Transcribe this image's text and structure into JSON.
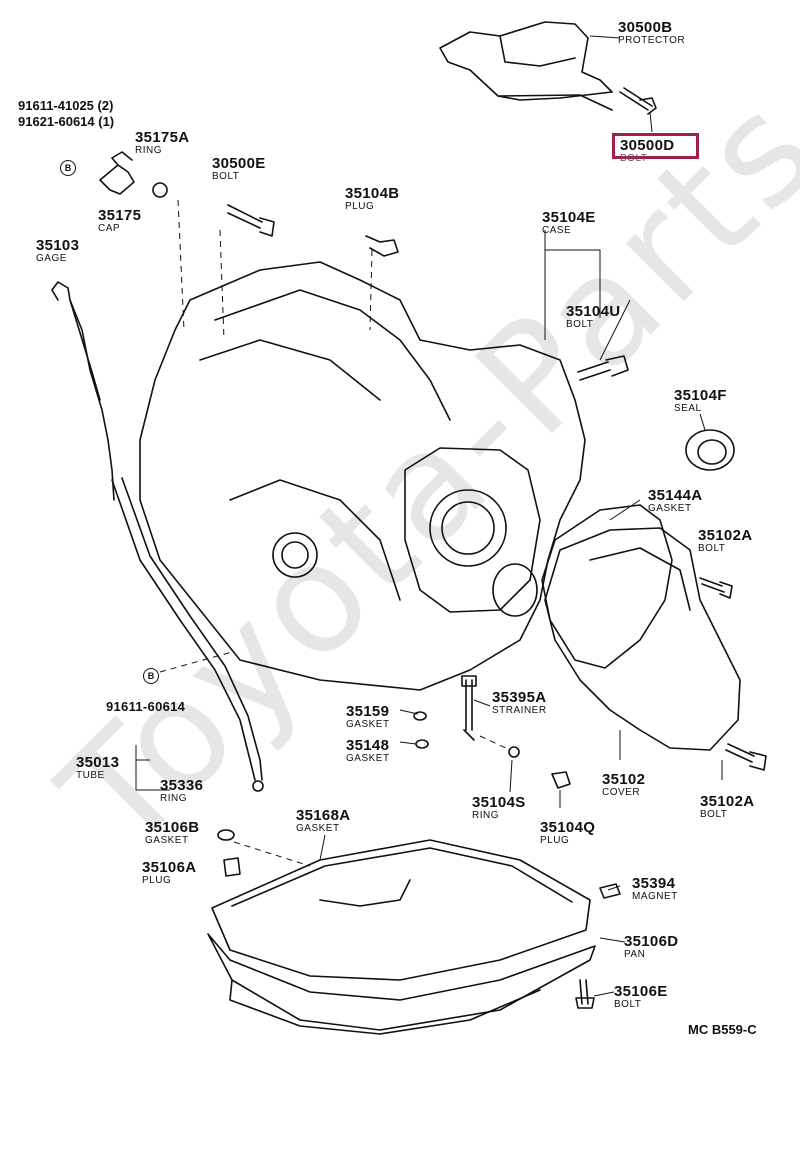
{
  "watermark": "Toyota-Parts.ru",
  "refs": {
    "line1": "91611-41025 (2)",
    "line2": "91621-60614 (1)"
  },
  "badges": {
    "top": "B",
    "bottom": "B"
  },
  "parts": {
    "p30500B": {
      "num": "30500B",
      "name": "PROTECTOR"
    },
    "p30500D": {
      "num": "30500D",
      "name": "BOLT"
    },
    "p35175A": {
      "num": "35175A",
      "name": "RING"
    },
    "p35175": {
      "num": "35175",
      "name": "CAP"
    },
    "p30500E": {
      "num": "30500E",
      "name": "BOLT"
    },
    "p35104B": {
      "num": "35104B",
      "name": "PLUG"
    },
    "p35104E": {
      "num": "35104E",
      "name": "CASE"
    },
    "p35103": {
      "num": "35103",
      "name": "GAGE"
    },
    "p35104U": {
      "num": "35104U",
      "name": "BOLT"
    },
    "p35104F": {
      "num": "35104F",
      "name": "SEAL"
    },
    "p35144A": {
      "num": "35144A",
      "name": "GASKET"
    },
    "p35102A_top": {
      "num": "35102A",
      "name": "BOLT"
    },
    "p91611": {
      "num": "91611-60614",
      "name": ""
    },
    "p35395A": {
      "num": "35395A",
      "name": "STRAINER"
    },
    "p35159": {
      "num": "35159",
      "name": "GASKET"
    },
    "p35148": {
      "num": "35148",
      "name": "GASKET"
    },
    "p35013": {
      "num": "35013",
      "name": "TUBE"
    },
    "p35336": {
      "num": "35336",
      "name": "RING"
    },
    "p35102": {
      "num": "35102",
      "name": "COVER"
    },
    "p35102A_bot": {
      "num": "35102A",
      "name": "BOLT"
    },
    "p35104S": {
      "num": "35104S",
      "name": "RING"
    },
    "p35104Q": {
      "num": "35104Q",
      "name": "PLUG"
    },
    "p35106B": {
      "num": "35106B",
      "name": "GASKET"
    },
    "p35168A": {
      "num": "35168A",
      "name": "GASKET"
    },
    "p35106A": {
      "num": "35106A",
      "name": "PLUG"
    },
    "p35394": {
      "num": "35394",
      "name": "MAGNET"
    },
    "p35106D": {
      "num": "35106D",
      "name": "PAN"
    },
    "p35106E": {
      "num": "35106E",
      "name": "BOLT"
    }
  },
  "diagram_code": "MC  B559-C",
  "colors": {
    "highlight": "#a0204a",
    "ink": "#111111",
    "watermark": "#e6e6e6"
  }
}
